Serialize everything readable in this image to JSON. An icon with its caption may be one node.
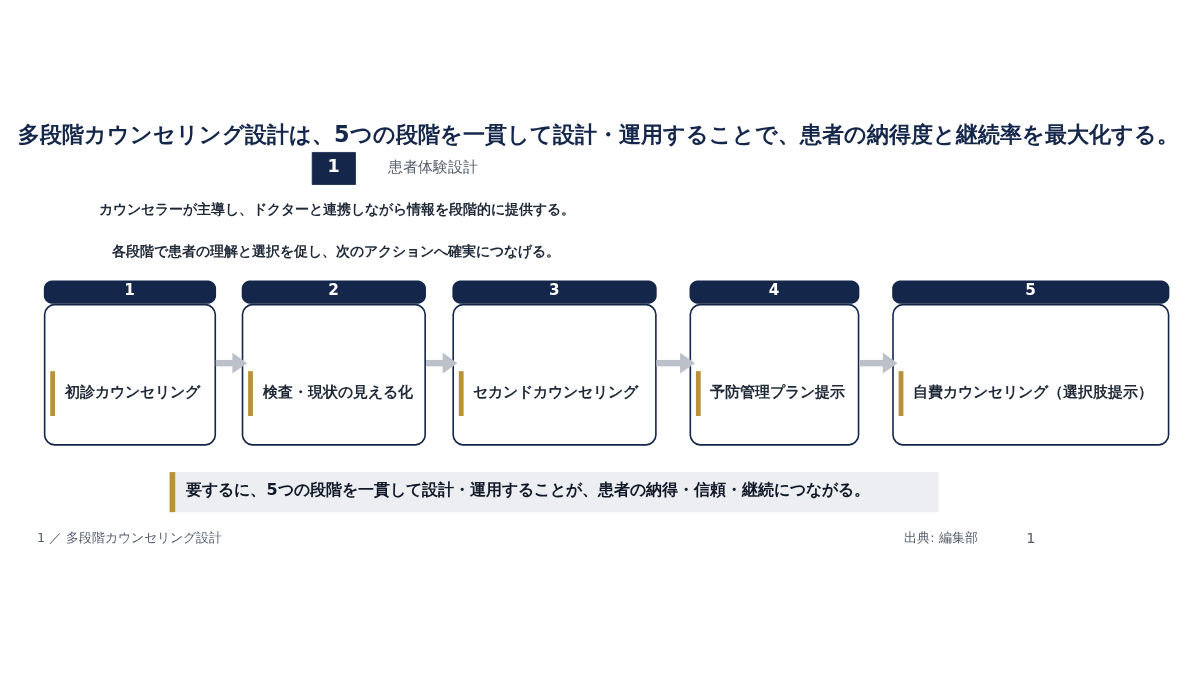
{
  "diagram": {
    "title": "多段階カウンセリング設計は、5つの段階を一貫して設計・運用することで、患者の納得度と継続率を最大化する。",
    "nodes": [
      {
        "text": [
          "1"
        ]
      },
      {
        "text": [
          "1",
          "初診カウンセリング"
        ]
      },
      {
        "text": [
          "2",
          "検査・現状の見える化"
        ]
      },
      {
        "text": [
          "3",
          "セカンドカウンセリング"
        ]
      },
      {
        "text": [
          "4",
          "予防管理プラン提示"
        ]
      },
      {
        "text": [
          "5",
          "自費カウンセリング（選択肢提示）"
        ]
      },
      {
        "text": [
          "要するに、5つの段階を一貫して設計・運用することが、患者の納得・信頼・継続につながる。"
        ]
      }
    ],
    "edges": [
      {
        "from": 1,
        "to": 2,
        "arrow": "to"
      },
      {
        "from": 2,
        "to": 3,
        "arrow": "to"
      },
      {
        "from": 3,
        "to": 4,
        "arrow": "to"
      },
      {
        "from": 4,
        "to": 5,
        "arrow": "to"
      }
    ],
    "labels": [
      "患者体験設計",
      "カウンセラーが主導し、ドクターと連携しながら情報を段階的に提供する。",
      "各段階で患者の理解と選択を促し、次のアクションへ確実につなげる。",
      "1 ／ 多段階カウンセリング設計",
      "出典: 編集部",
      "1"
    ]
  }
}
